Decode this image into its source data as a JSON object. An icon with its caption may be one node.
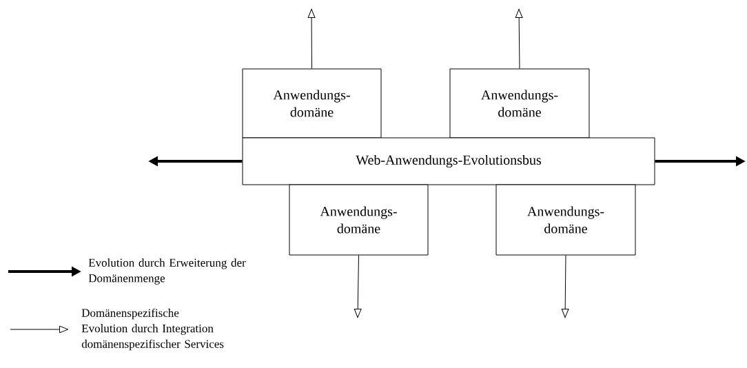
{
  "diagram": {
    "nodes": [
      {
        "text": [
          "Anwendungs- domäne"
        ]
      },
      {
        "text": [
          "Anwendungs- domäne"
        ]
      },
      {
        "text": [
          "Web-Anwendungs-Evolutionsbus"
        ]
      },
      {
        "text": [
          "Anwendungs- domäne"
        ]
      },
      {
        "text": [
          "Anwendungs- domäne"
        ]
      }
    ],
    "edges": [
      {
        "from": 0,
        "to": null,
        "arrow": "to"
      },
      {
        "from": 1,
        "to": null,
        "arrow": "to"
      },
      {
        "from": 2,
        "to": null,
        "arrow": "to",
        "style": "thick"
      },
      {
        "from": 2,
        "to": null,
        "arrow": "to",
        "style": "thick"
      },
      {
        "from": 3,
        "to": null,
        "arrow": "to"
      },
      {
        "from": 4,
        "to": null,
        "arrow": "to"
      }
    ],
    "legend": [
      {
        "text": "Evolution durch Erweiterung der Domänenmenge"
      },
      {
        "text": "Domänenspezifische Evolution durch Integration domänenspezifischer Services"
      }
    ]
  }
}
